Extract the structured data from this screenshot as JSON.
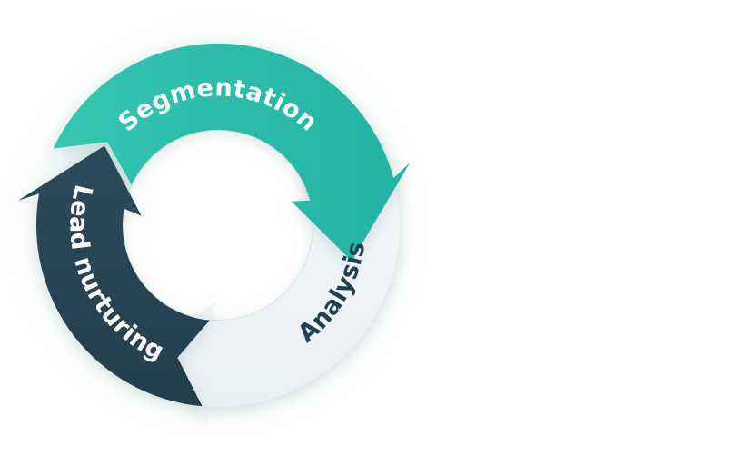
{
  "diagram": {
    "type": "cycle",
    "steps": [
      {
        "label": "Segmentation",
        "color": "#22b3a2",
        "color2": "#35c6b0",
        "text_color": "#ffffff"
      },
      {
        "label": "Analysis",
        "color": "#e9f0f2",
        "color2": "#f3f7f8",
        "text_color": "#23404f"
      },
      {
        "label": "Lead nurturing",
        "color": "#243d4b",
        "color2": "#2c4b5c",
        "text_color": "#ffffff"
      }
    ]
  }
}
